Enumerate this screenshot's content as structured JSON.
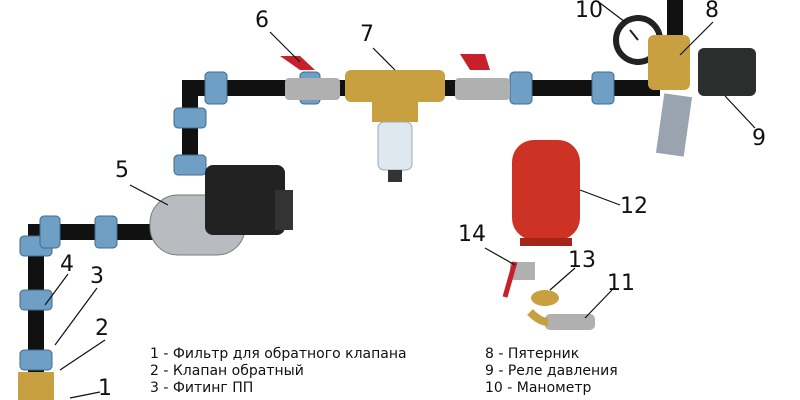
{
  "callouts": [
    "1",
    "2",
    "3",
    "4",
    "5",
    "6",
    "7",
    "8",
    "9",
    "10",
    "11",
    "12",
    "13",
    "14"
  ],
  "legend": {
    "left": [
      "1 - Фильтр для обратного клапана",
      "2 - Клапан  обратный",
      "3 - Фитинг ПП"
    ],
    "right": [
      "8 - Пятерник",
      "9 - Реле давления",
      "10 - Манометр"
    ]
  },
  "colors": {
    "pipe": "#111111",
    "fitting": "#6f9fc4",
    "brass": "#c9a040",
    "valve_handle": "#c8202a",
    "tank": "#cc3324"
  }
}
